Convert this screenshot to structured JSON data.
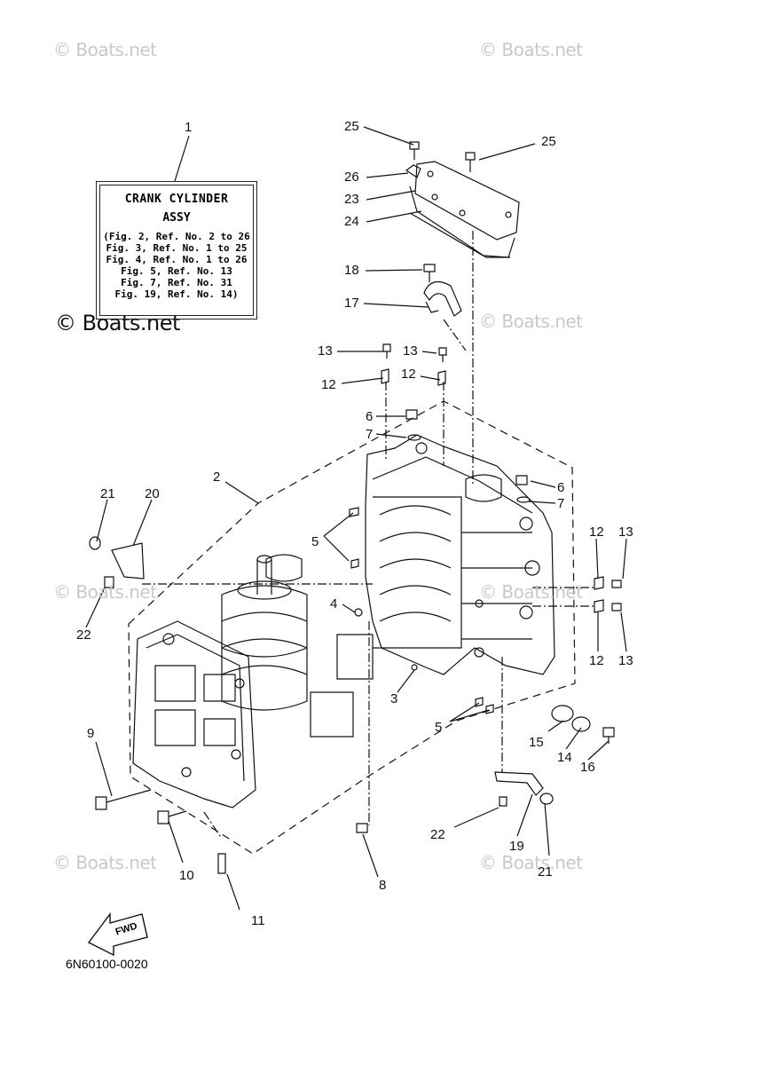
{
  "watermark": "© Boats.net",
  "note_box": {
    "callout": "1",
    "title": "CRANK CYLINDER",
    "subtitle": "ASSY",
    "refs": [
      "(Fig. 2, Ref. No. 2 to 26",
      "Fig. 3, Ref. No. 1 to 25",
      "Fig. 4, Ref. No. 1 to 26",
      "Fig. 5, Ref. No. 13",
      "Fig. 7, Ref. No. 31",
      "Fig. 19, Ref. No. 14)"
    ]
  },
  "callouts": {
    "c25a": "25",
    "c25b": "25",
    "c26": "26",
    "c23": "23",
    "c24": "24",
    "c18": "18",
    "c17": "17",
    "c13a": "13",
    "c13b": "13",
    "c12a": "12",
    "c12b": "12",
    "c6a": "6",
    "c7a": "7",
    "c6b": "6",
    "c7b": "7",
    "c2": "2",
    "c21a": "21",
    "c20": "20",
    "c5a": "5",
    "c12c": "12",
    "c13c": "13",
    "c22a": "22",
    "c4": "4",
    "c3": "3",
    "c12d": "12",
    "c13d": "13",
    "c9": "9",
    "c5b": "5",
    "c15": "15",
    "c14": "14",
    "c16": "16",
    "c22b": "22",
    "c19": "19",
    "c10": "10",
    "c8": "8",
    "c21b": "21",
    "c11": "11"
  },
  "fwd_label": "FWD",
  "part_code": "6N60100-0020"
}
